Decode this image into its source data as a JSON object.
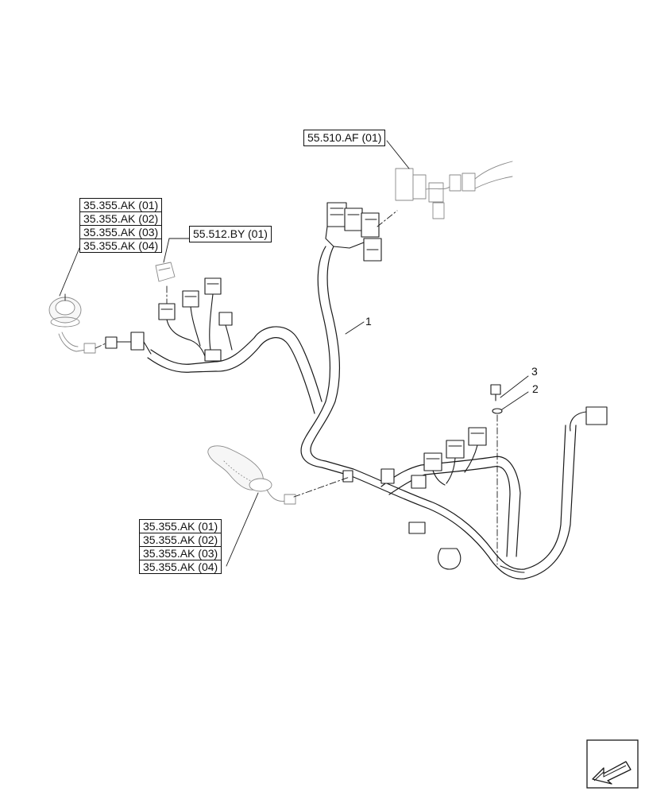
{
  "references": {
    "top_right_box": "55.510.AF (01)",
    "switch_box": "55.512.BY (01)",
    "left_stack": [
      "35.355.AK (01)",
      "35.355.AK (02)",
      "35.355.AK (03)",
      "35.355.AK (04)"
    ],
    "bottom_stack": [
      "35.355.AK (01)",
      "35.355.AK (02)",
      "35.355.AK (03)",
      "35.355.AK (04)"
    ]
  },
  "callouts": {
    "harness": "1",
    "washer": "2",
    "bolt": "3"
  },
  "icons": {
    "navigation": "next-page-arrow-icon"
  },
  "colors": {
    "line": "#1a1a1a",
    "background": "#ffffff"
  }
}
